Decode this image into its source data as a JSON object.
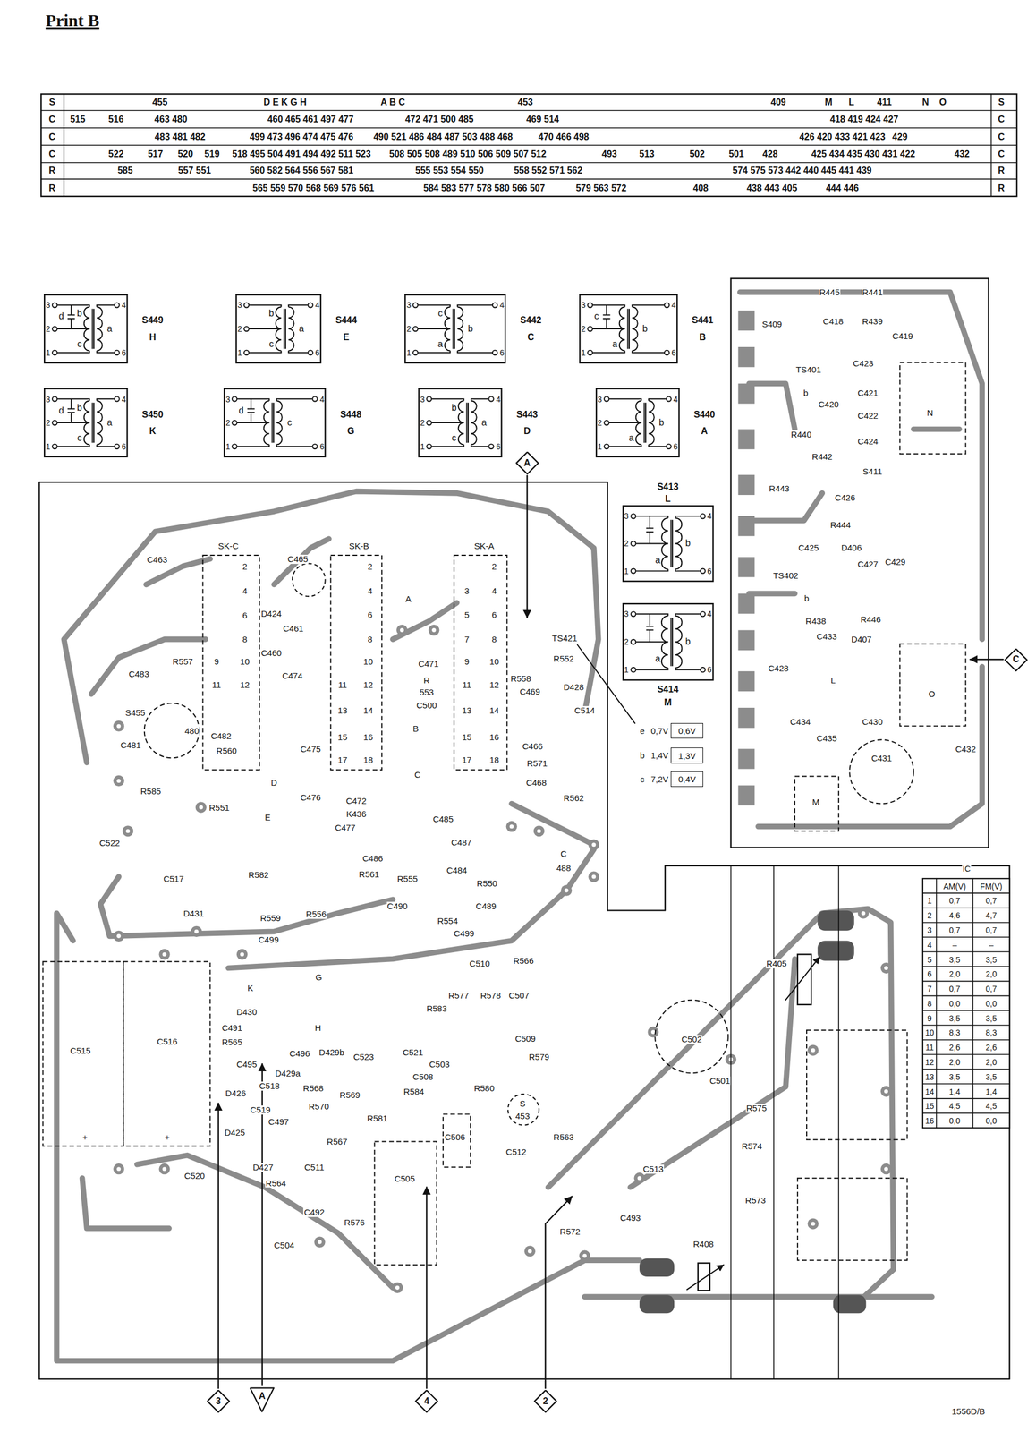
{
  "diagram": {
    "title": "Print B",
    "caption": "1556D/B",
    "nodes": [
      {
        "text": [
          "3",
          "2",
          "1",
          "4",
          "6",
          "d",
          "b",
          "c",
          "a",
          "S449",
          "H"
        ]
      },
      {
        "text": [
          "3",
          "2",
          "1",
          "4",
          "6",
          "b",
          "a",
          "c",
          "S444",
          "E"
        ]
      },
      {
        "text": [
          "3",
          "2",
          "1",
          "4",
          "6",
          "c",
          "b",
          "a",
          "S442",
          "C"
        ]
      },
      {
        "text": [
          "3",
          "2",
          "1",
          "4",
          "6",
          "c",
          "b",
          "a",
          "S441",
          "B"
        ]
      },
      {
        "text": [
          "3",
          "2",
          "1",
          "4",
          "6",
          "d",
          "b",
          "c",
          "a",
          "S450",
          "K"
        ]
      },
      {
        "text": [
          "3",
          "2",
          "1",
          "4",
          "6",
          "d",
          "c",
          "S448",
          "G"
        ]
      },
      {
        "text": [
          "3",
          "2",
          "1",
          "4",
          "6",
          "b",
          "a",
          "c",
          "S443",
          "D"
        ]
      },
      {
        "text": [
          "3",
          "2",
          "1",
          "4",
          "6",
          "a",
          "b",
          "S440",
          "A"
        ]
      },
      {
        "text": [
          "3",
          "2",
          "1",
          "4",
          "6",
          "a",
          "b",
          "S413",
          "L"
        ]
      },
      {
        "text": [
          "3",
          "2",
          "1",
          "4",
          "6",
          "a",
          "b",
          "S414",
          "M"
        ]
      },
      {
        "text": [
          "A"
        ]
      },
      {
        "text": [
          "C"
        ]
      },
      {
        "text": [
          "3"
        ]
      },
      {
        "text": [
          "A"
        ]
      },
      {
        "text": [
          "4"
        ]
      },
      {
        "text": [
          "2"
        ]
      },
      {
        "text": [
          "0,6V"
        ]
      },
      {
        "text": [
          "1,3V"
        ]
      },
      {
        "text": [
          "0,4V"
        ]
      }
    ],
    "labels": [
      "S",
      "455",
      "D E K G H",
      "A B C",
      "453",
      "409",
      "M",
      "L",
      "411",
      "N",
      "O",
      "S",
      "C",
      "515",
      "516",
      "463 480",
      "460 465 461 497 477",
      "472 471 500 485",
      "469 514",
      "418 419 424 427",
      "C",
      "C",
      "483 481 482",
      "499 473 496 474 475 476",
      "490 521 486 484 487 503 488 468",
      "470 466 498",
      "426 420 433 421 423",
      "429",
      "C",
      "C",
      "522",
      "517",
      "520",
      "519",
      "518 495 504 491 494 492 511 523",
      "508 505 508 489 510 506 509 507 512",
      "493",
      "513",
      "502",
      "501",
      "428",
      "425 434 435 430 431 422",
      "432",
      "C",
      "R",
      "585",
      "557 551",
      "560 582 564 556 567 581",
      "555 553 554 550",
      "558 552 571 562",
      "574 575 573 442 440 445 441 439",
      "R",
      "R",
      "565 559 570 568 569 576 561",
      "584 583 577 578 580 566 507",
      "579 563 572",
      "408",
      "438 443 405",
      "444 446",
      "R",
      "2",
      "4",
      "6",
      "8",
      "9",
      "10",
      "11",
      "12",
      "2",
      "4",
      "6",
      "8",
      "10",
      "11",
      "12",
      "13",
      "14",
      "15",
      "16",
      "17",
      "18",
      "2",
      "3",
      "4",
      "5",
      "6",
      "7",
      "8",
      "9",
      "10",
      "11",
      "12",
      "13",
      "14",
      "15",
      "16",
      "17",
      "18",
      "SK-C",
      "SK-B",
      "SK-A",
      "C463",
      "C465",
      "D424",
      "C461",
      "C460",
      "C474",
      "R557",
      "C483",
      "S455",
      "480",
      "C482",
      "R560",
      "C481",
      "C475",
      "R585",
      "R551",
      "C476",
      "C522",
      "C472",
      "K436",
      "C477",
      "C485",
      "C487",
      "C486",
      "R561",
      "R555",
      "C484",
      "R550",
      "C",
      "488",
      "C517",
      "R582",
      "D431",
      "R559",
      "R556",
      "C499",
      "C490",
      "R554",
      "C489",
      "C499",
      "C510",
      "R566",
      "K",
      "G",
      "R577",
      "R578",
      "C507",
      "R583",
      "D430",
      "C491",
      "R565",
      "H",
      "C509",
      "C496",
      "D429b",
      "C523",
      "C521",
      "C503",
      "R579",
      "C495",
      "D429a",
      "C518",
      "C508",
      "R568",
      "R569",
      "R584",
      "R580",
      "D426",
      "C519",
      "R570",
      "S",
      "453",
      "R581",
      "C497",
      "C506",
      "D425",
      "C512",
      "R563",
      "R567",
      "C511",
      "C505",
      "D427",
      "R564",
      "C520",
      "C492",
      "R576",
      "C504",
      "C515",
      "C516",
      "A",
      "B",
      "C",
      "D",
      "E",
      "R",
      "553",
      "C500",
      "C471",
      "TS421",
      "R552",
      "R558",
      "D428",
      "C469",
      "C514",
      "C466",
      "R571",
      "C468",
      "R562",
      "C502",
      "C501",
      "R575",
      "C513",
      "C493",
      "R574",
      "R573",
      "R572",
      "R405",
      "R408",
      "+",
      "+",
      "R445",
      "R441",
      "S409",
      "C418",
      "R439",
      "C419",
      "C423",
      "TS401",
      "b",
      "C420",
      "C421",
      "C422",
      "R440",
      "C424",
      "N",
      "R442",
      "S411",
      "R443",
      "C426",
      "R444",
      "C425",
      "D406",
      "C427",
      "C429",
      "TS402",
      "b",
      "R438",
      "R446",
      "C433",
      "D407",
      "C428",
      "L",
      "O",
      "C434",
      "C430",
      "C435",
      "C432",
      "C431",
      "M",
      "e",
      "0,7V",
      "b",
      "1,4V",
      "c",
      "7,2V",
      "IC",
      "AM(V)",
      "FM(V)",
      "1",
      "0,7",
      "0,7",
      "2",
      "4,6",
      "4,7",
      "3",
      "0,7",
      "0,7",
      "4",
      "–",
      "–",
      "5",
      "3,5",
      "3,5",
      "6",
      "2,0",
      "2,0",
      "7",
      "0,7",
      "0,7",
      "8",
      "0,0",
      "0,0",
      "9",
      "3,5",
      "3,5",
      "10",
      "8,3",
      "8,3",
      "11",
      "2,6",
      "2,6",
      "12",
      "2,0",
      "2,0",
      "13",
      "3,5",
      "3,5",
      "14",
      "1,4",
      "1,4",
      "15",
      "4,5",
      "4,5",
      "16",
      "0,0",
      "0,0"
    ]
  }
}
